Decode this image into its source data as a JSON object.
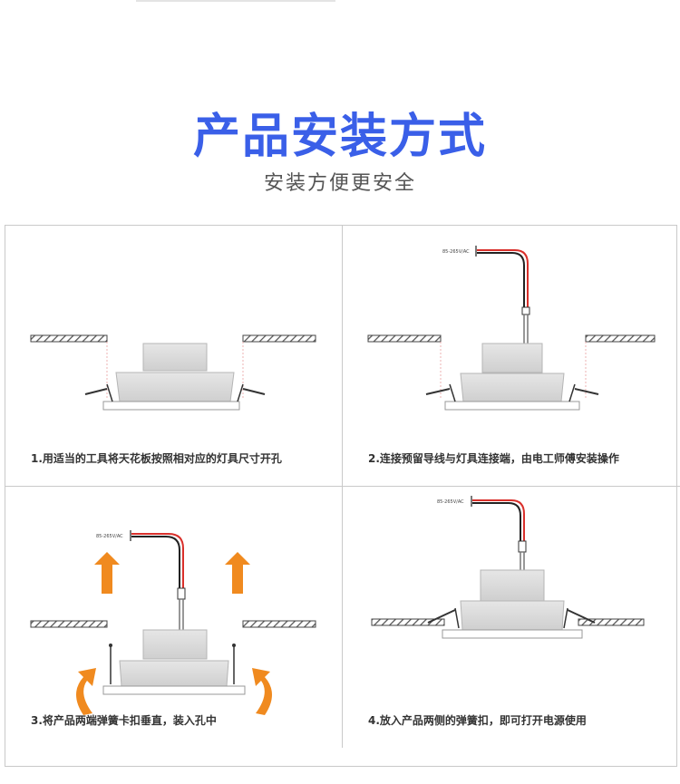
{
  "header": {
    "title": "产品安装方式",
    "subtitle": "安装方便更安全"
  },
  "steps": [
    {
      "caption": "1.用适当的工具将天花板按照相对应的灯具尺寸开孔"
    },
    {
      "caption": "2.连接预留导线与灯具连接端，由电工师傅安装操作",
      "voltage": "85-265V/AC"
    },
    {
      "caption": "3.将产品两端弹簧卡扣垂直，装入孔中",
      "voltage": "85-265V/AC"
    },
    {
      "caption": "4.放入产品两侧的弹簧扣，即可打开电源使用",
      "voltage": "85-265V/AC"
    }
  ],
  "colors": {
    "title": "#3a5fe8",
    "arrow": "#f08a1f",
    "wire_red": "#d9302b",
    "wire_black": "#222222",
    "lamp_body": "#d9d9d9"
  }
}
